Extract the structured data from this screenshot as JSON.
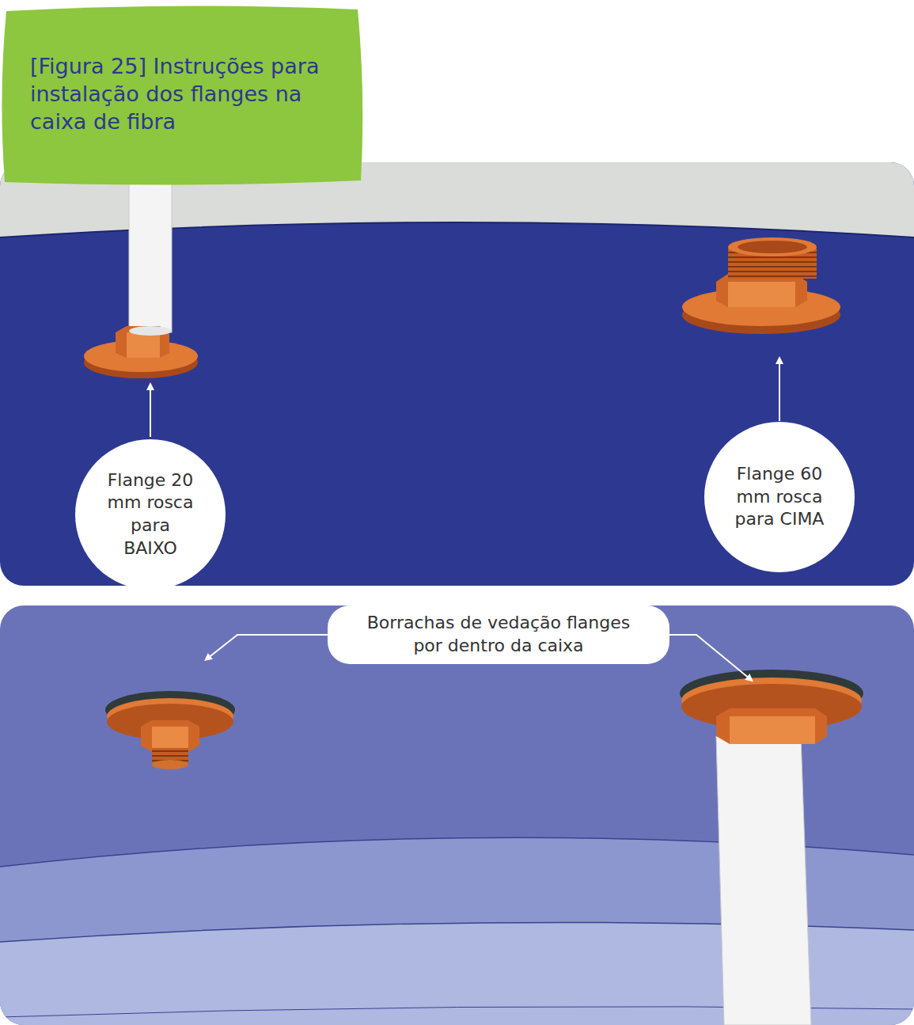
{
  "diagram": {
    "title": "[Figura 25] Instruções para instalação dos flanges na caixa de fibra",
    "nodes": [
      {
        "text": [
          "Flange 20 mm rosca para BAIXO"
        ]
      },
      {
        "text": [
          "Flange 60 mm rosca para CIMA"
        ]
      },
      {
        "text": [
          "Borrachas de vedação flanges por dentro da caixa"
        ]
      }
    ]
  }
}
